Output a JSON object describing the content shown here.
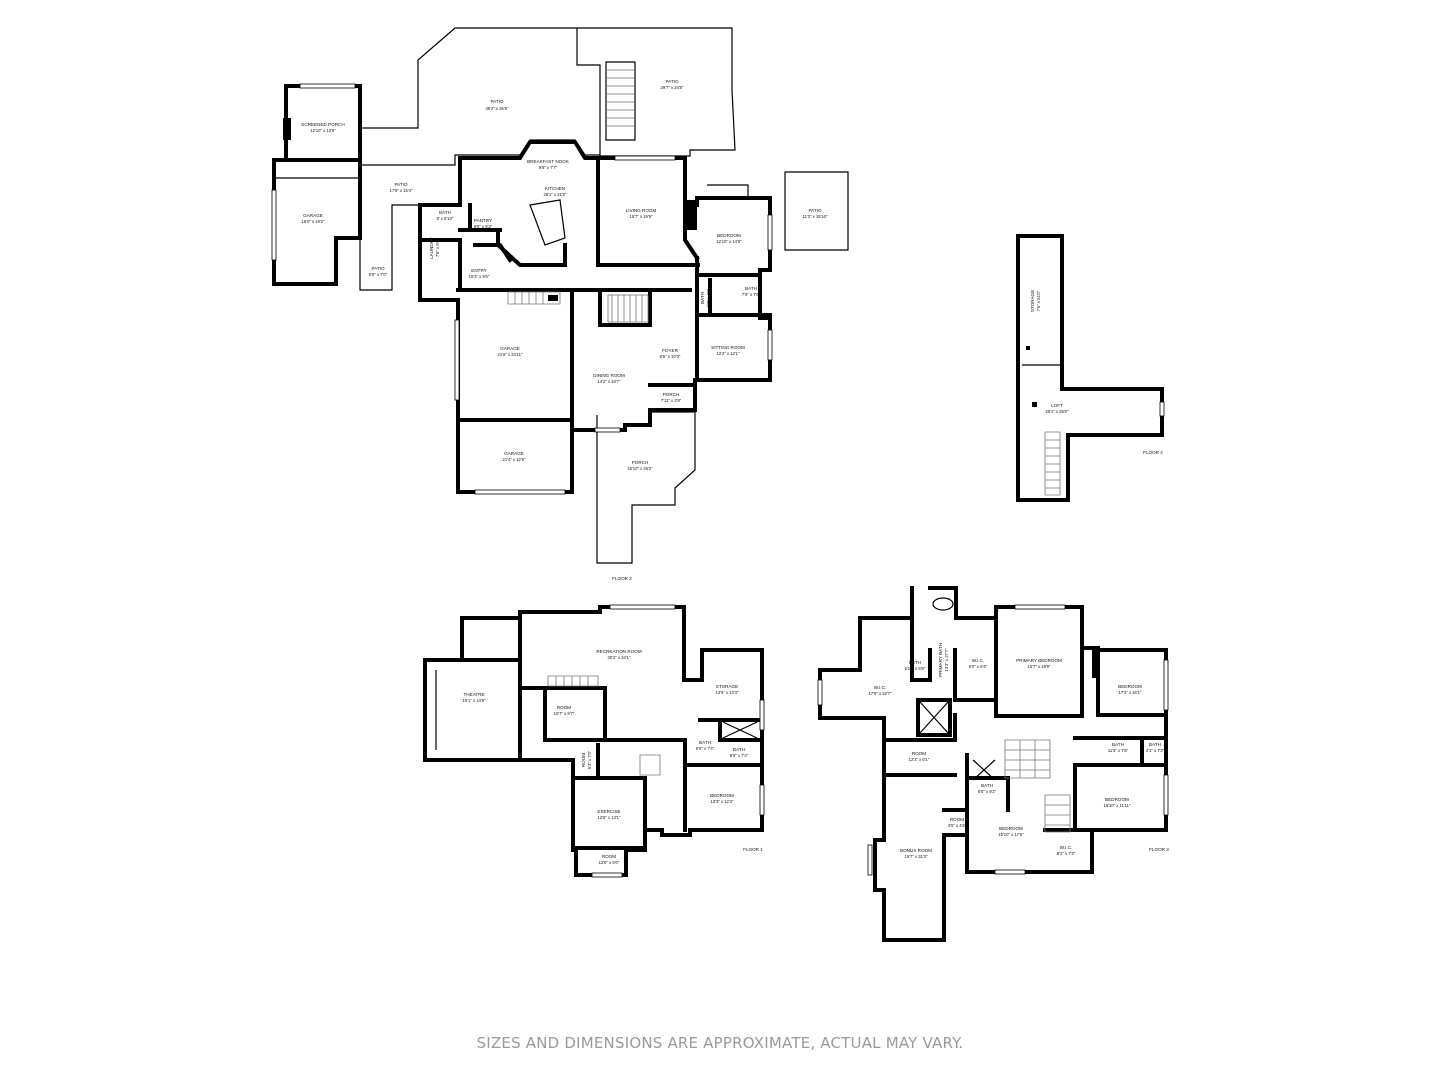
{
  "footer_text": "SIZES AND DIMENSIONS ARE APPROXIMATE, ACTUAL MAY VARY.",
  "floors": [
    {
      "label": "FLOOR 2",
      "rooms": [
        {
          "name": "PATIO",
          "dims": "45'2\" x 25'8\""
        },
        {
          "name": "PATIO",
          "dims": "29'7\" x 24'8\""
        },
        {
          "name": "SCREENED PORCH",
          "dims": "12'10\" x 13'8\""
        },
        {
          "name": "BREAKFAST NOOK",
          "dims": "9'9\" x 7'7\""
        },
        {
          "name": "KITCHEN",
          "dims": "26'1\" x 21'2\""
        },
        {
          "name": "PATIO",
          "dims": "17'9\" x 15'4\""
        },
        {
          "name": "GARAGE",
          "dims": "16'0\" x 19'2\""
        },
        {
          "name": "BATH",
          "dims": "8' x 5'10\""
        },
        {
          "name": "PANTRY",
          "dims": "6'5\" x 5'2\""
        },
        {
          "name": "LAUNDRY",
          "dims": "7'6\" x 6'0\""
        },
        {
          "name": "LIVING ROOM",
          "dims": "15'7\" x 19'9\""
        },
        {
          "name": "BEDROOM",
          "dims": "12'10\" x 14'0\""
        },
        {
          "name": "PATIO",
          "dims": "11'3\" x 15'10\""
        },
        {
          "name": "PATIO",
          "dims": "5'8\" x 7'0\""
        },
        {
          "name": "ENTRY",
          "dims": "16'3\" x 9'5\""
        },
        {
          "name": "BATH",
          "dims": "7'9\" x 7'6\""
        },
        {
          "name": "BATH",
          "dims": "5'2\" x 4'0\""
        },
        {
          "name": "GARAGE",
          "dims": "21'6\" x 24'11\""
        },
        {
          "name": "SITTING ROOM",
          "dims": "12'2\" x 12'1\""
        },
        {
          "name": "FOYER",
          "dims": "8'6\" x 10'3\""
        },
        {
          "name": "DINING ROOM",
          "dims": "14'2\" x 18'7\""
        },
        {
          "name": "PORCH",
          "dims": "7'11\" x 3'9\""
        },
        {
          "name": "GARAGE",
          "dims": "21'4\" x 12'5\""
        },
        {
          "name": "PORCH",
          "dims": "16'10\" x 25'2\""
        }
      ]
    },
    {
      "label": "FLOOR 4",
      "rooms": [
        {
          "name": "STORAGE",
          "dims": "7'6\" x 24'0\""
        },
        {
          "name": "LOFT",
          "dims": "26'1\" x 25'0\""
        }
      ]
    },
    {
      "label": "FLOOR 1",
      "rooms": [
        {
          "name": "RECREATION ROOM",
          "dims": "30'2\" x 24'1\""
        },
        {
          "name": "STORAGE",
          "dims": "13'9\" x 13'3\""
        },
        {
          "name": "THEATRE",
          "dims": "16'1\" x 14'9\""
        },
        {
          "name": "ROOM",
          "dims": "15'7\" x 9'7\""
        },
        {
          "name": "BATH",
          "dims": "6'5\" x 7'4\""
        },
        {
          "name": "BATH",
          "dims": "8'6\" x 7'4\""
        },
        {
          "name": "ROOM",
          "dims": "5'2\" x 7'0\""
        },
        {
          "name": "BEDROOM",
          "dims": "13'3\" x 12'3\""
        },
        {
          "name": "EXERCISE",
          "dims": "12'6\" x 13'1\""
        },
        {
          "name": "ROOM",
          "dims": "12'6\" x 5'0\""
        }
      ]
    },
    {
      "label": "FLOOR 3",
      "rooms": [
        {
          "name": "BATH",
          "dims": "5'10\" x 6'8\""
        },
        {
          "name": "PRIMARY BATH",
          "dims": "13'3\" x 27'7\""
        },
        {
          "name": "W.I.C.",
          "dims": "6'0\" x 6'4\""
        },
        {
          "name": "PRIMARY BEDROOM",
          "dims": "15'7\" x 19'9\""
        },
        {
          "name": "W.I.C.",
          "dims": "17'9\" x 22'7\""
        },
        {
          "name": "BEDROOM",
          "dims": "17'2\" x 16'1\""
        },
        {
          "name": "BATH",
          "dims": "11'3\" x 7'5\""
        },
        {
          "name": "BATH",
          "dims": "4'1\" x 7'3\""
        },
        {
          "name": "ROOM",
          "dims": "12'3\" x 6'1\""
        },
        {
          "name": "BATH",
          "dims": "6'5\" x 9'2\""
        },
        {
          "name": "BEDROOM",
          "dims": "16'10\" x 11'11\""
        },
        {
          "name": "ROOM",
          "dims": "4'5\" x 4'5\""
        },
        {
          "name": "BEDROOM",
          "dims": "15'10\" x 17'5\""
        },
        {
          "name": "W.I.C.",
          "dims": "8'2\" x 7'3\""
        },
        {
          "name": "BONUS ROOM",
          "dims": "15'7\" x 31'3\""
        }
      ]
    }
  ]
}
